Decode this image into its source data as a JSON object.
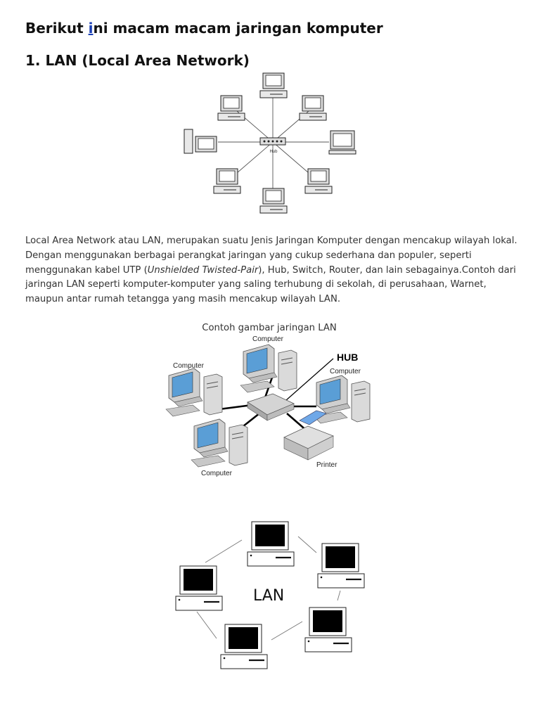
{
  "heading": {
    "before": "Berikut ",
    "link": "i",
    "after": "ni macam macam jaringan komputer"
  },
  "section": {
    "title": "1. LAN (Local Area Network)"
  },
  "paragraph": {
    "part1": "Local Area Network atau LAN, merupakan suatu Jenis Jaringan Komputer dengan mencakup wilayah lokal. Dengan menggunakan berbagai perangkat jaringan yang cukup sederhana dan populer, seperti menggunakan kabel UTP (",
    "italic": "Unshielded Twisted-Pair",
    "part2": "), Hub, Switch, Router, dan lain sebagainya.Contoh dari jaringan LAN seperti komputer-komputer yang saling terhubung di sekolah, di perusahaan, Warnet, maupun antar rumah tetangga yang masih mencakup wilayah LAN."
  },
  "caption": "Contoh gambar jaringan LAN",
  "figure1": {
    "hub_label": "Hub"
  },
  "figure2": {
    "labels": {
      "computer_top": "Computer",
      "computer_left": "Computer",
      "computer_right": "Computer",
      "computer_bottom": "Computer",
      "hub": "HUB",
      "printer": "Printer"
    }
  },
  "figure3": {
    "center_label": "LAN"
  }
}
